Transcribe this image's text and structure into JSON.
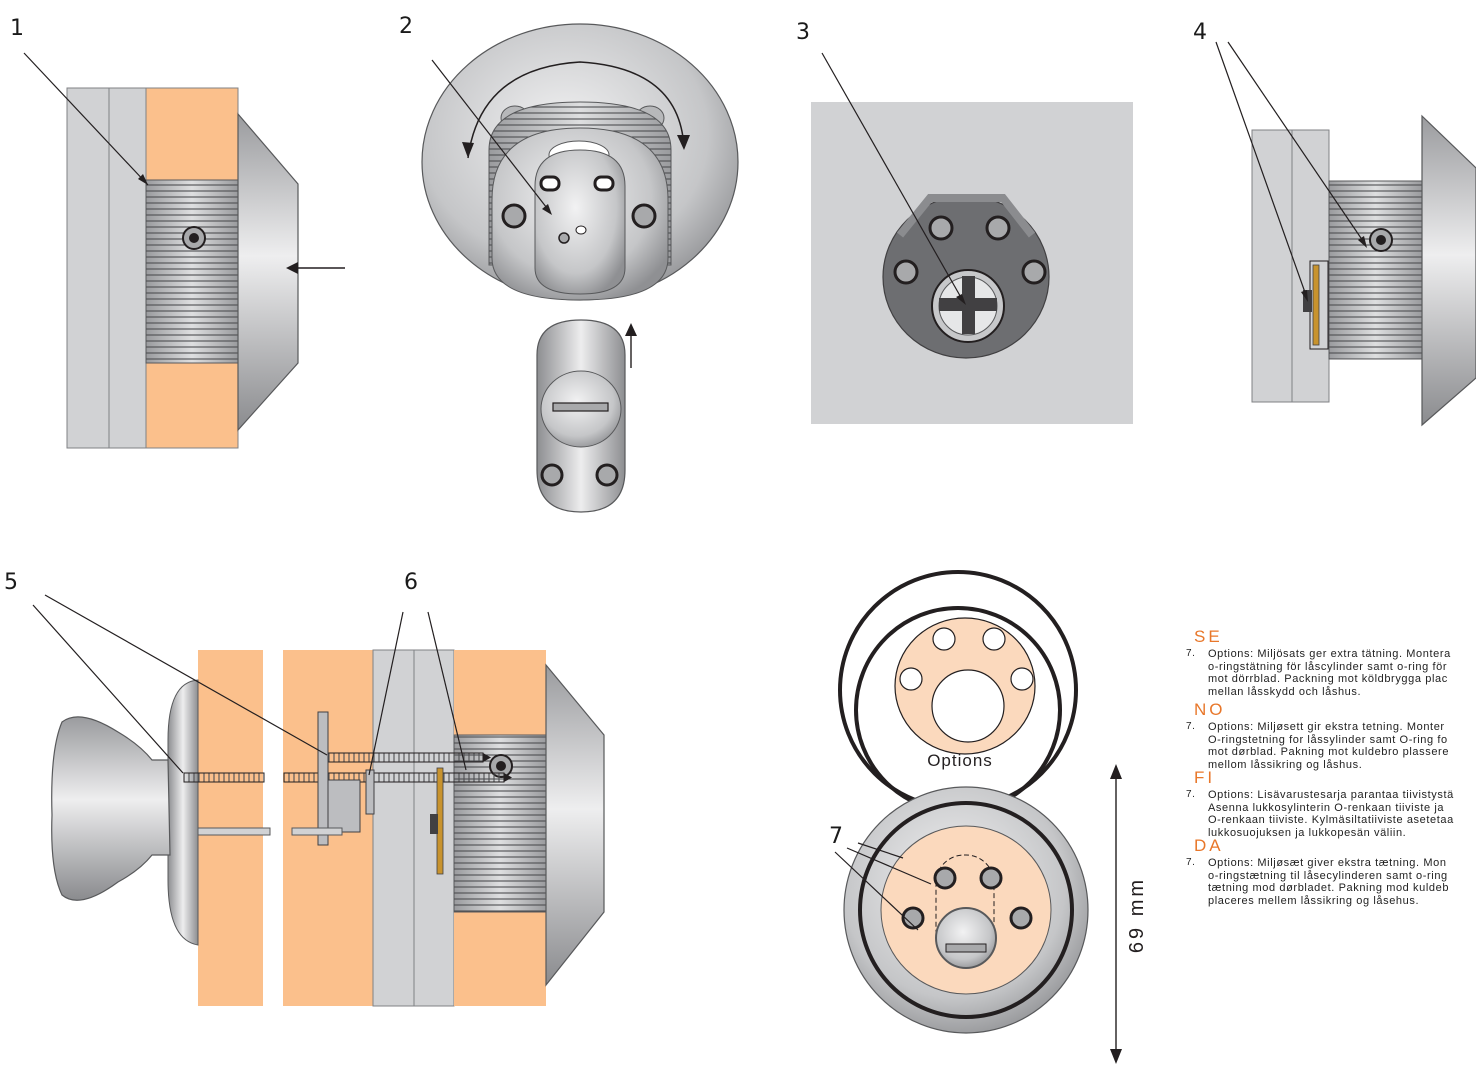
{
  "figures": [
    {
      "number": "1"
    },
    {
      "number": "2"
    },
    {
      "number": "3"
    },
    {
      "number": "4"
    },
    {
      "number": "5"
    },
    {
      "number": "6"
    },
    {
      "number": "7"
    }
  ],
  "options_label": "Options",
  "dimension_label": "69 mm",
  "colors": {
    "wood": "#fbc08c",
    "door_grey": "#d1d2d4",
    "metal_dark": "#6d6e71",
    "metal_light": "#e6e7e8",
    "accent_orange": "#e8772a",
    "peach": "#fbd9bd",
    "gasket_gold": "#c8932e"
  },
  "instructions": [
    {
      "code": "SE",
      "number": "7.",
      "text": "Options: Miljösats ger extra tätning. Montera\no-ringstätning för låscylinder samt o-ring för\nmot dörrblad. Packning mot köldbrygga plac\nmellan låsskydd och låshus."
    },
    {
      "code": "NO",
      "number": "7.",
      "text": "Options: Miljøsett gir ekstra tetning. Monter\nO-ringstetning for låssylinder samt O-ring fo\nmot dørblad. Pakning mot kuldebro plassere\nmellom låssikring og låshus."
    },
    {
      "code": "FI",
      "number": "7.",
      "text": "Options: Lisävarustesarja parantaa tiivistystä\nAsenna lukkosylinterin O-renkaan tiiviste ja\nO-renkaan tiiviste. Kylmäsiltatiiviste asetetaa\nlukkosuojuksen ja lukkopesän väliin."
    },
    {
      "code": "DA",
      "number": "7.",
      "text": "Options: Miljøsæt giver ekstra tætning. Mon\no-ringstætning til låsecylinderen samt o-ring\ntætning mod dørbladet. Pakning mod kuldeb\nplaceres mellem låssikring og låsehus."
    }
  ]
}
